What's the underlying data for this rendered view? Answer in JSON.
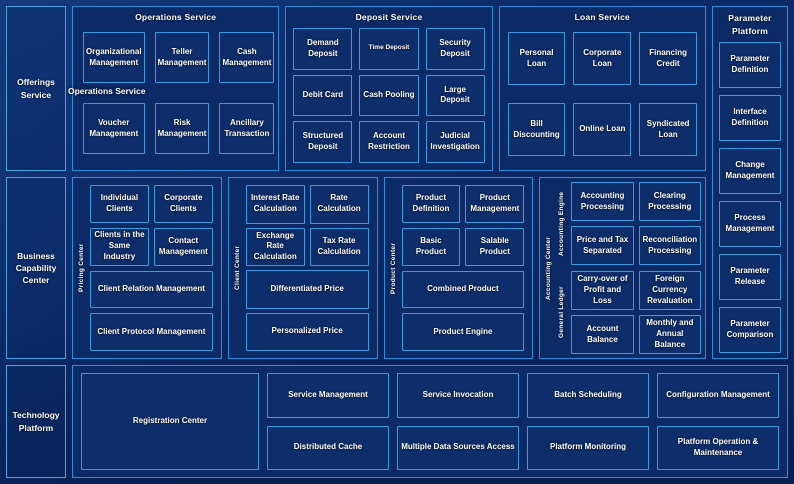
{
  "layers": {
    "offerings": "Offerings Service",
    "business": "Business Capability Center",
    "technology": "Technology Platform"
  },
  "artifact": {
    "duplicate_label": "Operations Service"
  },
  "row1": {
    "operations": {
      "title": "Operations Service",
      "items": [
        "Organizational Management",
        "Teller Management",
        "Cash Management",
        "Voucher Management",
        "Risk Management",
        "Ancillary Transaction"
      ]
    },
    "deposit": {
      "title": "Deposit Service",
      "items": [
        "Demand Deposit",
        "Time Deposit",
        "Security Deposit",
        "Debit Card",
        "Cash Pooling",
        "Large Deposit",
        "Structured Deposit",
        "Account Restriction",
        "Judicial Investigation"
      ]
    },
    "loan": {
      "title": "Loan Service",
      "items": [
        "Personal Loan",
        "Corporate Loan",
        "Financing Credit",
        "Bill Discounting",
        "Online Loan",
        "Syndicated Loan"
      ]
    }
  },
  "sidebar": {
    "title": "Parameter Platform",
    "items": [
      "Parameter Definition",
      "Interface Definition",
      "Change Management",
      "Process Management",
      "Parameter Release",
      "Parameter Comparison"
    ]
  },
  "row2": {
    "pricing": {
      "vlabel": "Pricing Center",
      "pair1": [
        "Individual Clients",
        "Corporate Clients"
      ],
      "pair2": [
        "Clients in the Same Industry",
        "Contact Management"
      ],
      "full1": "Client Relation Management",
      "full2": "Client Protocol Management"
    },
    "client": {
      "vlabel": "Client Center",
      "pair1": [
        "Interest Rate Calculation",
        "Rate Calculation"
      ],
      "pair2": [
        "Exchange Rate Calculation",
        "Tax Rate Calculation"
      ],
      "full1": "Differentiated Price",
      "full2": "Personalized Price"
    },
    "product": {
      "vlabel": "Product Center",
      "pair1": [
        "Product Definition",
        "Product Management"
      ],
      "pair2": [
        "Basic Product",
        "Salable Product"
      ],
      "full1": "Combined Product",
      "full2": "Product Engine"
    },
    "accounting": {
      "vlabel": "Accounting Center",
      "engine": {
        "vlabel": "Accounting Engine",
        "items": [
          "Accounting Processing",
          "Clearing Processing",
          "Price and Tax Separated",
          "Reconciliation Processing"
        ]
      },
      "ledger": {
        "vlabel": "General  Ledger",
        "items": [
          "Carry-over of Profit and Loss",
          "Foreign Currency Revaluation",
          "Account Balance",
          "Monthly and Annual Balance"
        ]
      }
    }
  },
  "row3": {
    "registration": "Registration Center",
    "items": [
      "Service Management",
      "Service Invocation",
      "Batch Scheduling",
      "Configuration Management",
      "Distributed Cache",
      "Multiple Data Sources Access",
      "Platform Monitoring",
      "Platform Operation & Maintenance"
    ]
  },
  "colors": {
    "background": "#0a2763",
    "box_fill": "#0d2e6b",
    "border": "#2e8fd8",
    "border_bright": "#4aa3e0",
    "text": "#ffffff"
  }
}
